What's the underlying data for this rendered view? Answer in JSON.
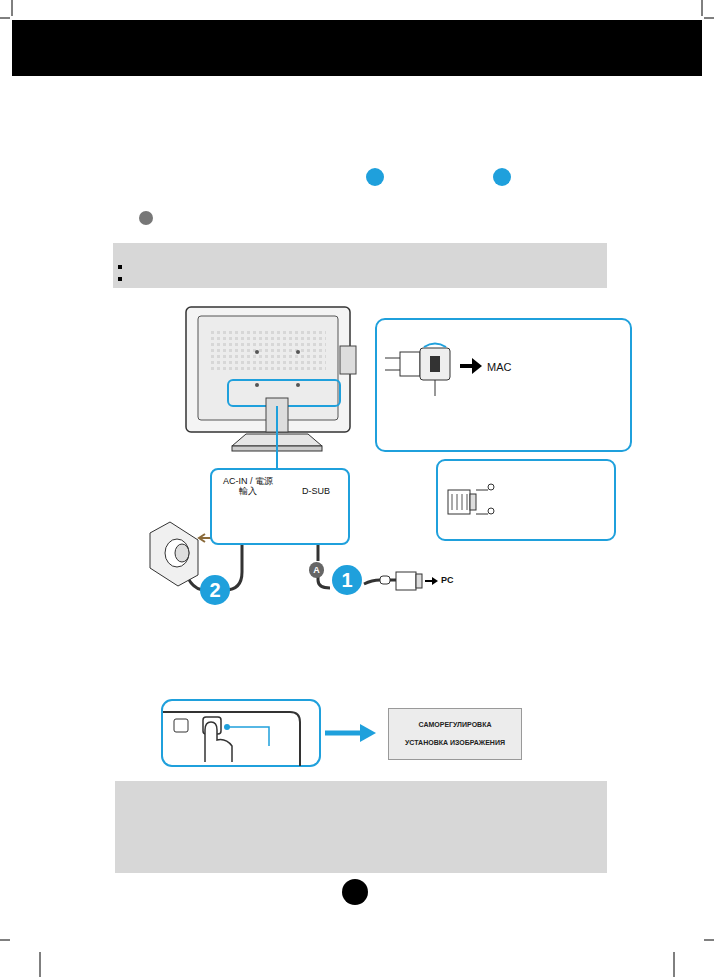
{
  "diagram": {
    "nodes": [
      {
        "text": [
          "AC-IN / 電源輸入",
          "D-SUB"
        ]
      },
      {
        "text": [
          "MAC"
        ]
      },
      {
        "text": [
          "1"
        ]
      },
      {
        "text": [
          "2"
        ]
      },
      {
        "text": [
          "A"
        ]
      },
      {
        "text": [
          "САМОРЕГУЛИРОВКА",
          "УСТАНОВКА ИЗОБРАЖЕНИЯ"
        ]
      }
    ],
    "labels": [
      "PC"
    ]
  }
}
